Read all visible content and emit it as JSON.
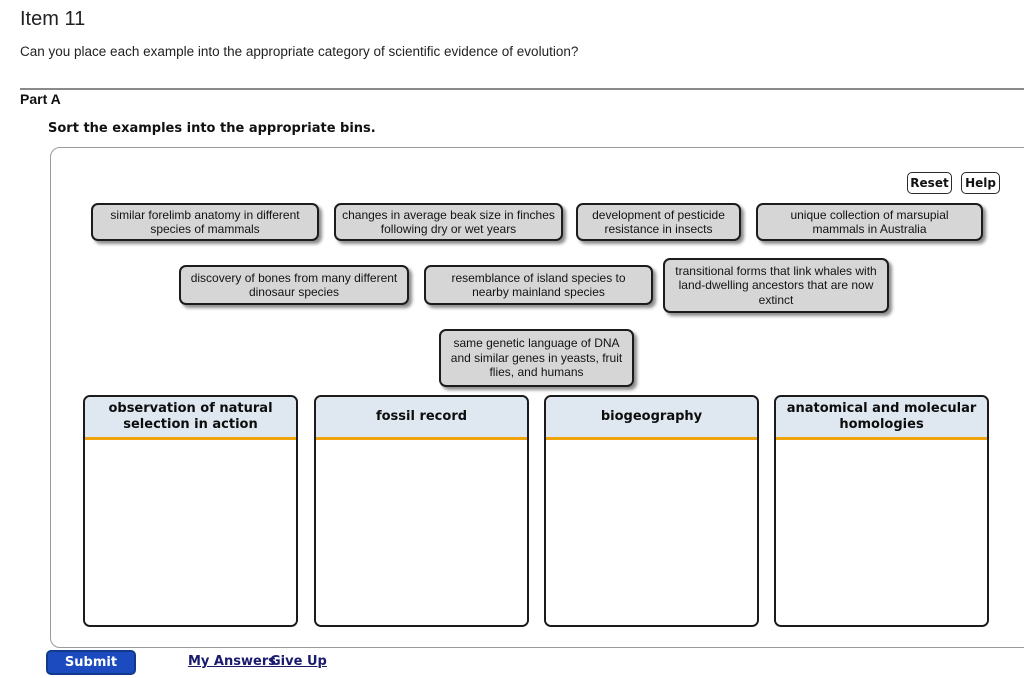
{
  "header": {
    "item_title": "Item 11",
    "question": "Can you place each example into the appropriate category of scientific evidence of evolution?"
  },
  "part": {
    "label": "Part A",
    "instruction": "Sort the examples into the appropriate bins."
  },
  "activity": {
    "reset_label": "Reset",
    "help_label": "Help",
    "chips": [
      "similar forelimb anatomy in different species of mammals",
      "changes in average beak size in finches following dry or wet years",
      "development of pesticide resistance in insects",
      "unique collection of marsupial mammals in Australia",
      "discovery of bones from many different dinosaur species",
      "resemblance of island species to nearby mainland species",
      "transitional forms that link whales with land-dwelling ancestors that are now extinct",
      "same genetic language of DNA and similar genes in yeasts, fruit flies, and humans"
    ],
    "bins": [
      "observation of natural selection in action",
      "fossil record",
      "biogeography",
      "anatomical and molecular homologies"
    ]
  },
  "footer": {
    "submit_label": "Submit",
    "my_answers_label": "My Answers",
    "give_up_label": "Give Up"
  },
  "colors": {
    "chip_bg": "#d6d6d6",
    "bin_header_bg": "#dfe8f0",
    "bin_accent": "#f0a30a",
    "submit_bg": "#1b4bbf",
    "link_color": "#1a1a6e"
  }
}
